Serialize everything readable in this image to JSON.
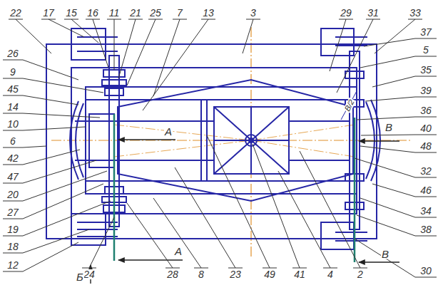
{
  "diagram": {
    "labels": [
      "22",
      "17",
      "15",
      "16",
      "11",
      "21",
      "25",
      "7",
      "13",
      "3",
      "29",
      "31",
      "33",
      "26",
      "9",
      "45",
      "14",
      "10",
      "6",
      "42",
      "47",
      "20",
      "27",
      "19",
      "18",
      "12",
      "24",
      "28",
      "8",
      "23",
      "49",
      "41",
      "4",
      "2",
      "37",
      "5",
      "35",
      "39",
      "36",
      "40",
      "48",
      "32",
      "46",
      "34",
      "38",
      "30",
      "А",
      "А",
      "Б",
      "В",
      "В",
      "B/2"
    ]
  }
}
